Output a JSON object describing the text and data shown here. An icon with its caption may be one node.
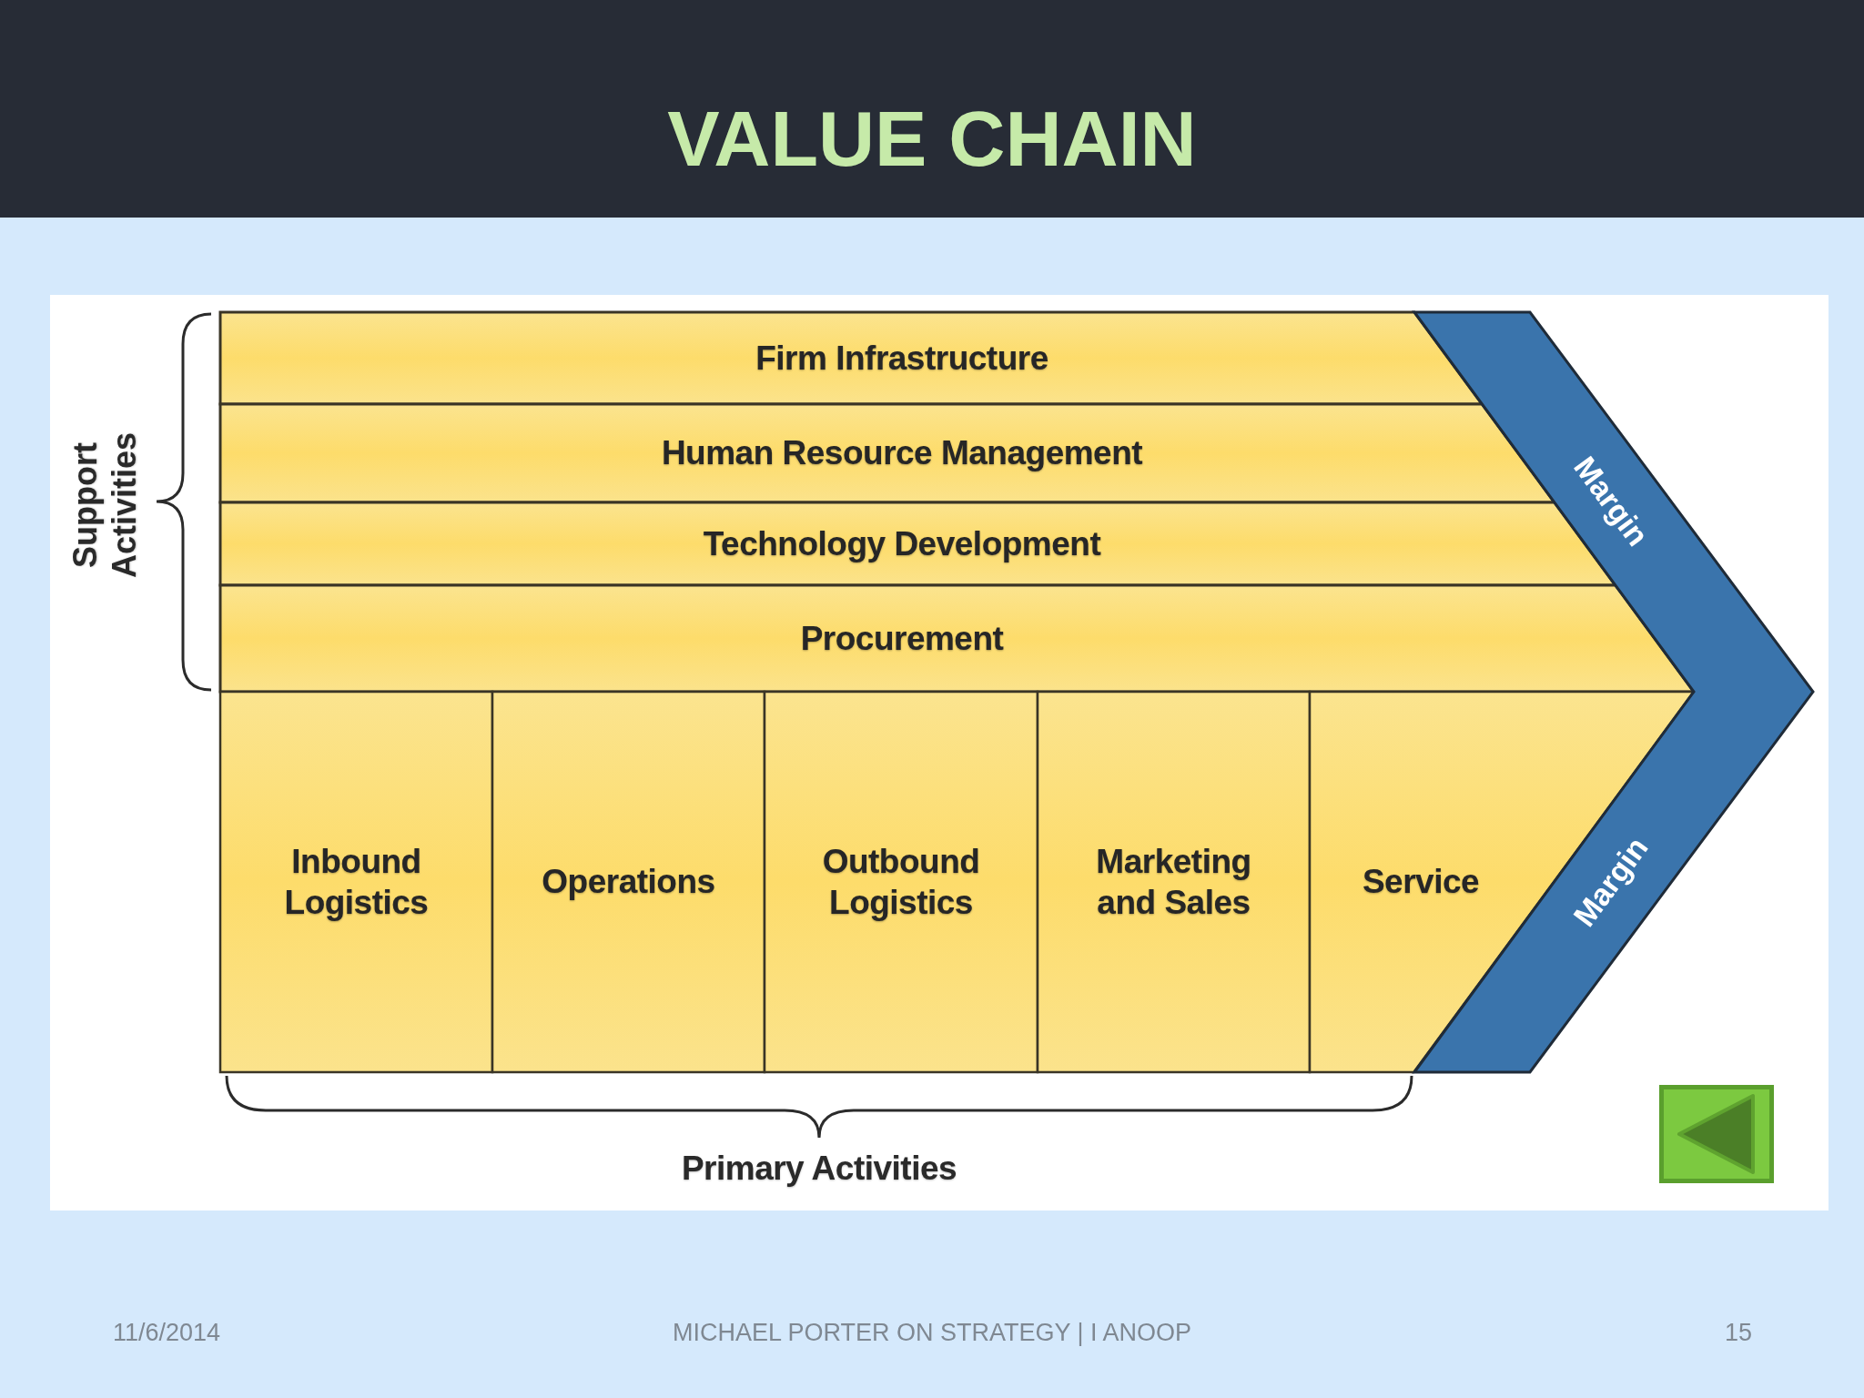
{
  "diagram": {
    "title": "VALUE CHAIN",
    "nodes": [
      {
        "text": [
          "Firm Infrastructure"
        ]
      },
      {
        "text": [
          "Human Resource Management"
        ]
      },
      {
        "text": [
          "Technology Development"
        ]
      },
      {
        "text": [
          "Procurement"
        ]
      },
      {
        "text": [
          "Inbound Logistics"
        ]
      },
      {
        "text": [
          "Operations"
        ]
      },
      {
        "text": [
          "Outbound Logistics"
        ]
      },
      {
        "text": [
          "Marketing and Sales"
        ]
      },
      {
        "text": [
          "Service"
        ]
      },
      {
        "text": [
          "Margin",
          "Margin"
        ]
      }
    ],
    "labels": [
      "Support Activities",
      "Primary Activities",
      "11/6/2014",
      "MICHAEL PORTER ON STRATEGY | I ANOOP",
      "15"
    ]
  }
}
